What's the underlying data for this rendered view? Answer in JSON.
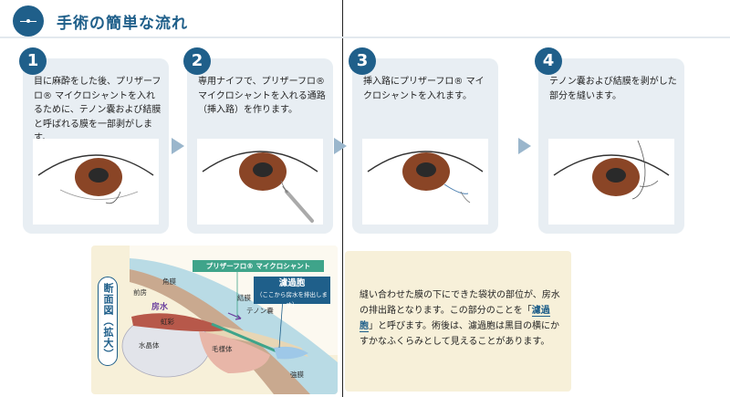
{
  "header": {
    "title": "手術の簡単な流れ"
  },
  "steps": [
    {
      "num": "1",
      "text": "目に麻酔をした後、プリザーフロ® マイクロシャントを入れるために、テノン嚢および結膜と呼ばれる膜を一部剥がします。"
    },
    {
      "num": "2",
      "text": "専用ナイフで、プリザーフロ® マイクロシャントを入れる通路（挿入路）を作ります。"
    },
    {
      "num": "3",
      "text": "挿入路にプリザーフロ® マイクロシャントを入れます。"
    },
    {
      "num": "4",
      "text": "テノン嚢および結膜を剥がした部分を縫います。"
    }
  ],
  "diagram": {
    "side_label": "断面図（拡大）",
    "shunt_label": "プリザーフロ® マイクロシャント",
    "bleb_title": "濾過胞",
    "bleb_sub": "（ここから房水を排出します）",
    "labels": {
      "cornea": "角膜",
      "anterior_chamber": "前房",
      "aqueous": "房水",
      "iris": "虹彩",
      "lens": "水晶体",
      "ciliary": "毛様体",
      "conjunctiva": "結膜",
      "tenon": "テノン嚢",
      "sclera": "強膜"
    }
  },
  "explain": {
    "part1": "縫い合わせた膜の下にできた袋状の部位が、房水の排出路となります。この部分のことを「",
    "keyword": "濾過胞",
    "part2": "」と呼びます。術後は、濾過胞は黒目の横にかすかなふくらみとして見えることがあります。"
  },
  "colors": {
    "brand_blue": "#1f5f8a",
    "panel_bg": "#e8eef3",
    "note_bg": "#f7f0d9",
    "iris_brown": "#8a4526",
    "shunt_green": "#3fa48a"
  }
}
